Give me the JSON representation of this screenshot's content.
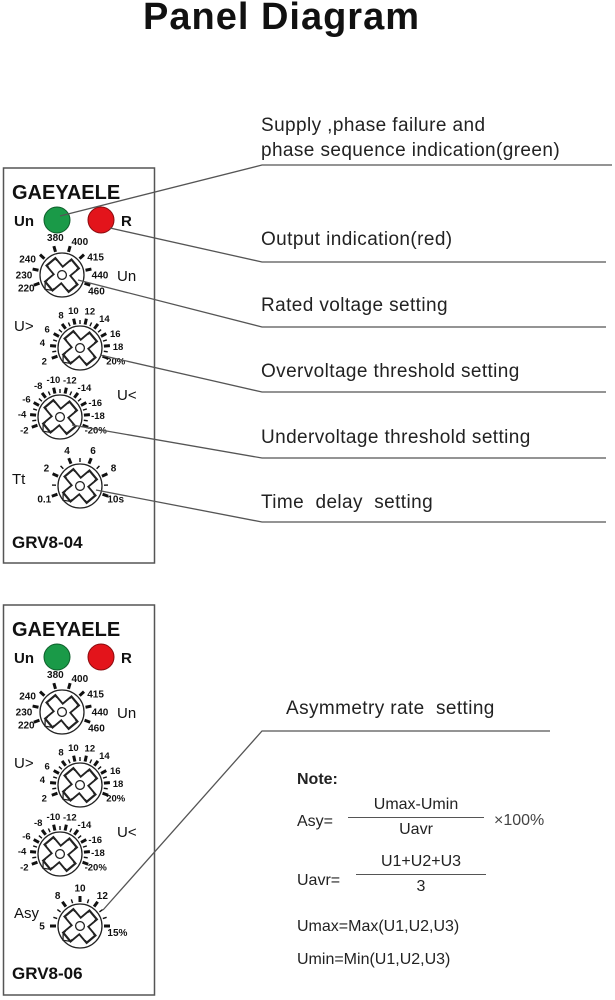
{
  "title": "Panel Diagram",
  "panels": [
    {
      "brand": "GAEYAELE",
      "model": "GRV8-04",
      "led_green_label": "Un",
      "led_red_label": "R",
      "colors": {
        "green": "#1a9a48",
        "red": "#e3141b",
        "line": "#555555"
      },
      "knobs": [
        {
          "id": "un",
          "side_label": "Un",
          "ticks": [
            "220",
            "230",
            "240",
            "380",
            "400",
            "415",
            "440",
            "460"
          ]
        },
        {
          "id": "over",
          "side_label": "U>",
          "ticks": [
            "2",
            "4",
            "6",
            "8",
            "10",
            "12",
            "14",
            "16",
            "18",
            "20%"
          ]
        },
        {
          "id": "under",
          "side_label": "U<",
          "ticks": [
            "-2",
            "-4",
            "-6",
            "-8",
            "-10",
            "-12",
            "-14",
            "-16",
            "-18",
            "-20%"
          ]
        },
        {
          "id": "tt",
          "side_label": "Tt",
          "ticks": [
            "0.1",
            "2",
            "4",
            "6",
            "8",
            "10s"
          ]
        }
      ]
    },
    {
      "brand": "GAEYAELE",
      "model": "GRV8-06",
      "led_green_label": "Un",
      "led_red_label": "R",
      "knobs": [
        {
          "id": "un",
          "side_label": "Un",
          "ticks": [
            "220",
            "230",
            "240",
            "380",
            "400",
            "415",
            "440",
            "460"
          ]
        },
        {
          "id": "over",
          "side_label": "U>",
          "ticks": [
            "2",
            "4",
            "6",
            "8",
            "10",
            "12",
            "14",
            "16",
            "18",
            "20%"
          ]
        },
        {
          "id": "under",
          "side_label": "U<",
          "ticks": [
            "-2",
            "-4",
            "-6",
            "-8",
            "-10",
            "-12",
            "-14",
            "-16",
            "-18",
            "-20%"
          ]
        },
        {
          "id": "asy",
          "side_label": "Asy",
          "ticks": [
            "5",
            "8",
            "10",
            "12",
            "15%"
          ]
        }
      ]
    }
  ],
  "callouts": {
    "supply_line1": "Supply ,phase failure and",
    "supply_line2": "phase sequence indication(green)",
    "output": "Output indication(red)",
    "rated": "Rated voltage setting",
    "over": "Overvoltage threshold setting",
    "under": "Undervoltage threshold setting",
    "time": "Time  delay  setting",
    "asy": "Asymmetry rate  setting"
  },
  "note": {
    "heading": "Note:",
    "asy_lhs": "Asy=",
    "asy_num": "Umax-Umin",
    "asy_den": "Uavr",
    "asy_mult": "×100%",
    "uavr_lhs": "Uavr=",
    "uavr_num": "U1+U2+U3",
    "uavr_den": "3",
    "umax": "Umax=Max(U1,U2,U3)",
    "umin": "Umin=Min(U1,U2,U3)"
  }
}
